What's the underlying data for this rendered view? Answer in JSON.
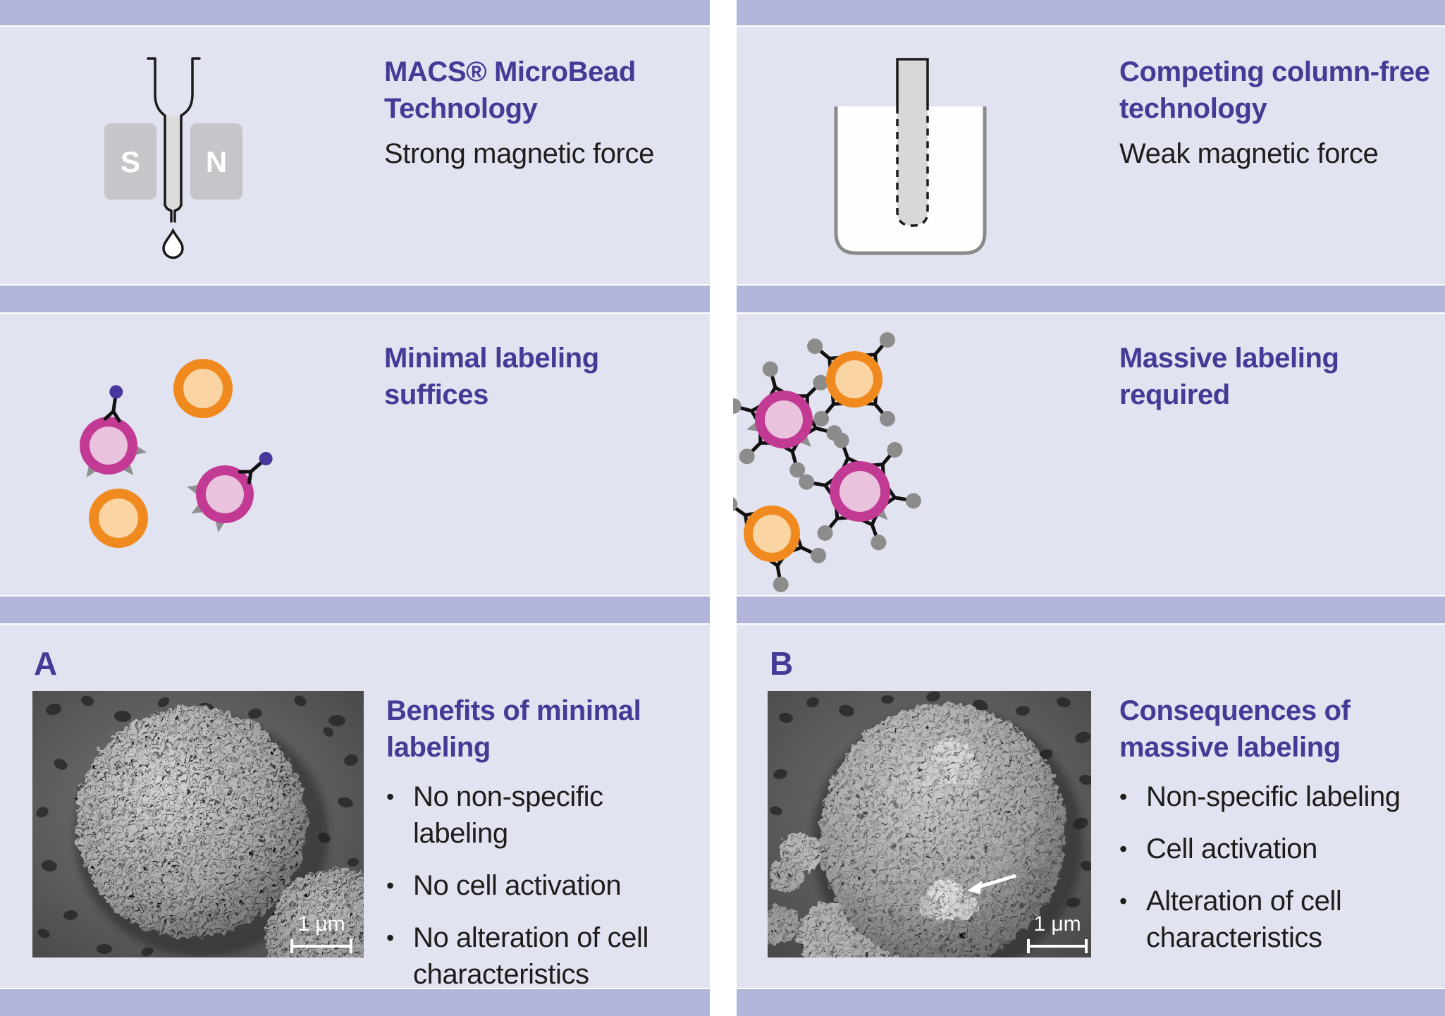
{
  "colors": {
    "band": "#b2b5d8",
    "panel": "#e2e3f0",
    "accent_purple": "#453a96",
    "body_text": "#1d1d1b",
    "cell_orange": "#f08a1e",
    "cell_orange_light": "#fbd4a4",
    "cell_magenta": "#c23a94",
    "cell_magenta_light": "#e9c3dd",
    "bead_purple": "#47389e",
    "bead_gray": "#8c8c8c",
    "magnet_gray": "#c7c5c9"
  },
  "glyphs": {
    "bullet": "•"
  },
  "panels": {
    "top_left": {
      "title": "MACS® MicroBead Technology",
      "subtitle": "Strong magnetic force",
      "magnet": {
        "south": "S",
        "north": "N"
      }
    },
    "top_right": {
      "title": "Competing column-free technology",
      "subtitle": "Weak magnetic force"
    },
    "middle_left": {
      "title": "Minimal labeling suffices"
    },
    "middle_right": {
      "title": "Massive labeling required"
    },
    "bottom_left": {
      "label": "A",
      "title": "Benefits of minimal labeling",
      "bullets": [
        "No non-specific labeling",
        "No cell activation",
        "No alteration of cell characteristics"
      ],
      "scale_bar": "1 μm"
    },
    "bottom_right": {
      "label": "B",
      "title": "Consequences of massive labeling",
      "bullets": [
        "Non-specific labeling",
        "Cell activation",
        "Alteration of cell characteristics"
      ],
      "scale_bar": "1 μm"
    }
  }
}
